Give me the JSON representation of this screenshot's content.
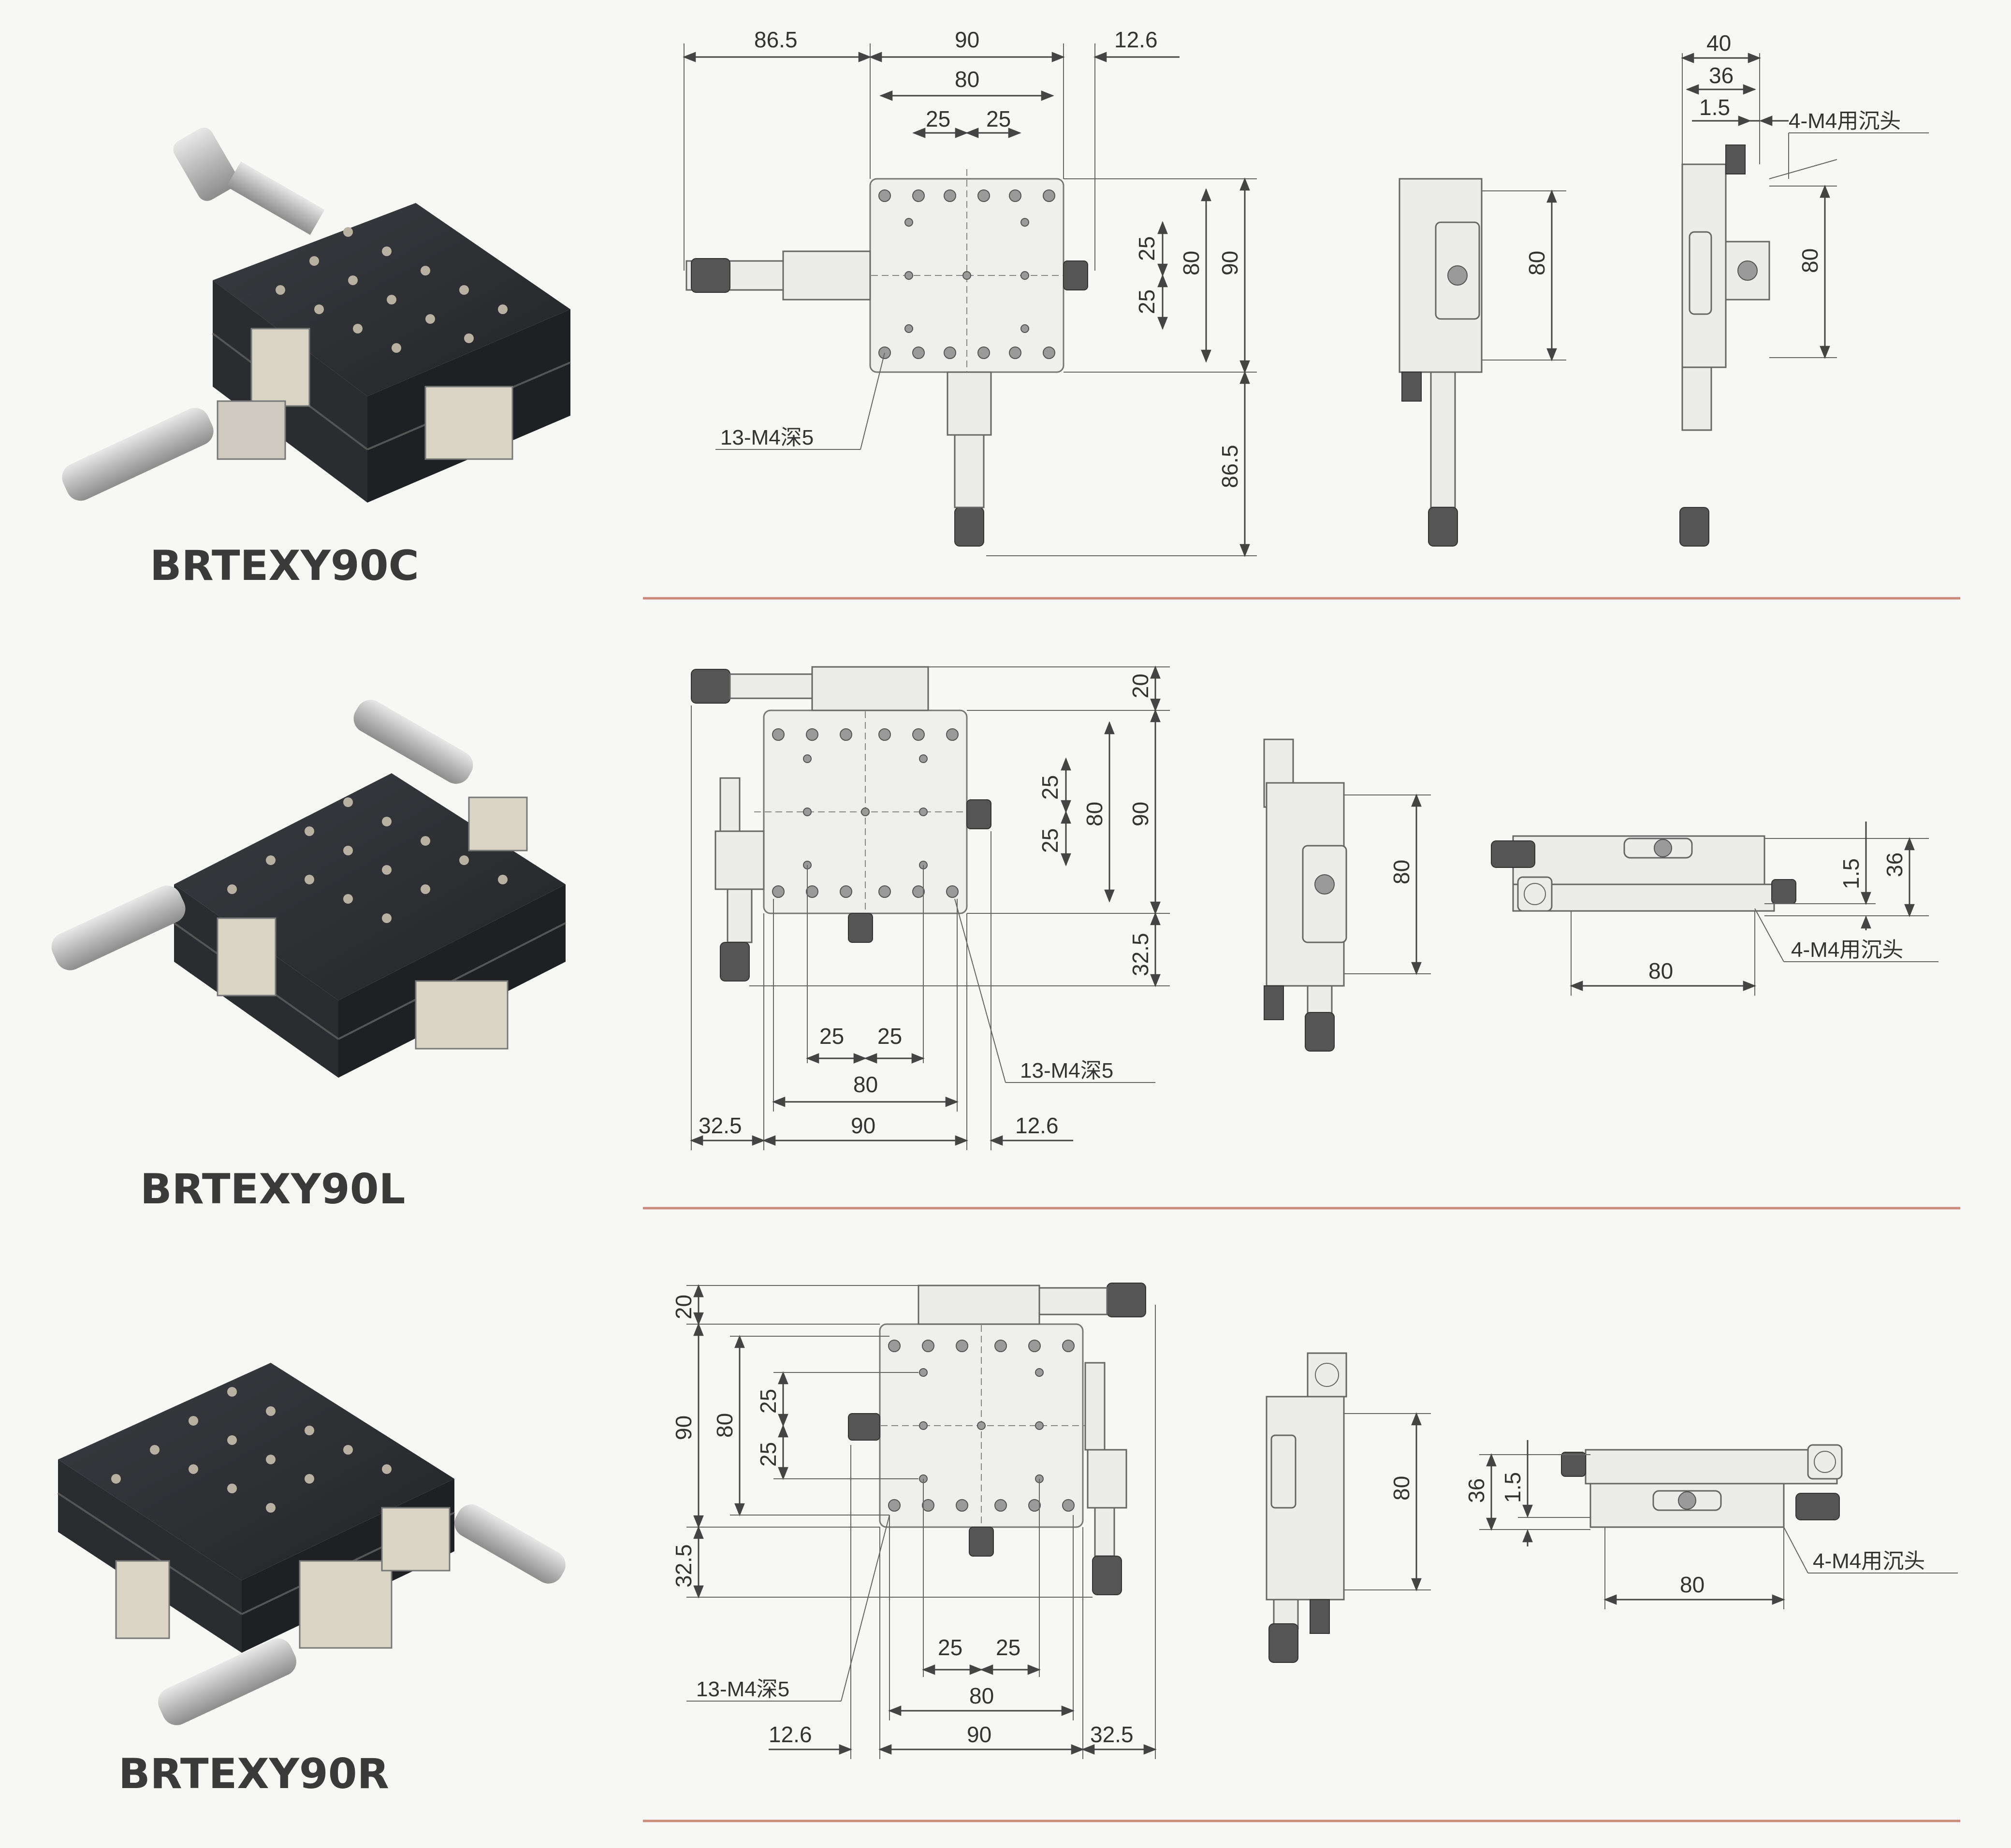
{
  "colors": {
    "background": "#f7f7f5",
    "divider": "#c98a7a",
    "stage_body": "#2e3033",
    "label_text": "#3a3a3a"
  },
  "models": [
    {
      "name": "BRTEXY90C",
      "top_view_dims": {
        "left_ext": "86.5",
        "width_outer": "90",
        "width_inner": "80",
        "pitch_a": "25",
        "pitch_b": "25",
        "right_ext": "12.6",
        "height_outer": "90",
        "height_inner": "80",
        "v_pitch_a": "25",
        "v_pitch_b": "25",
        "bottom_ext": "86.5"
      },
      "hole_note": "13-M4深5",
      "side_view_dim": "80",
      "end_view_dims": {
        "d40": "40",
        "d36": "36",
        "d15": "1.5",
        "d80": "80"
      },
      "counterbore_note": "4-M4用沉头"
    },
    {
      "name": "BRTEXY90L",
      "top_view_dims": {
        "top_ext": "20",
        "pitch_a": "25",
        "pitch_b": "25",
        "height_inner": "80",
        "height_outer": "90",
        "bottom_ext": "32.5",
        "h_pitch_a": "25",
        "h_pitch_b": "25",
        "width_inner": "80",
        "left_ext": "32.5",
        "width_outer": "90",
        "right_ext": "12.6"
      },
      "hole_note": "13-M4深5",
      "side_view_dim": "80",
      "end_view_dims": {
        "d15": "1.5",
        "d36": "36",
        "d80": "80"
      },
      "counterbore_note": "4-M4用沉头"
    },
    {
      "name": "BRTEXY90R",
      "top_view_dims": {
        "top_ext": "20",
        "height_outer": "90",
        "height_inner": "80",
        "pitch_a": "25",
        "pitch_b": "25",
        "bottom_ext": "32.5",
        "h_pitch_a": "25",
        "h_pitch_b": "25",
        "width_inner": "80",
        "left_ext": "12.6",
        "width_outer": "90",
        "right_ext": "32.5"
      },
      "hole_note": "13-M4深5",
      "side_view_dim": "80",
      "end_view_dims": {
        "d36": "36",
        "d15": "1.5",
        "d80": "80"
      },
      "counterbore_note": "4-M4用沉头"
    }
  ]
}
